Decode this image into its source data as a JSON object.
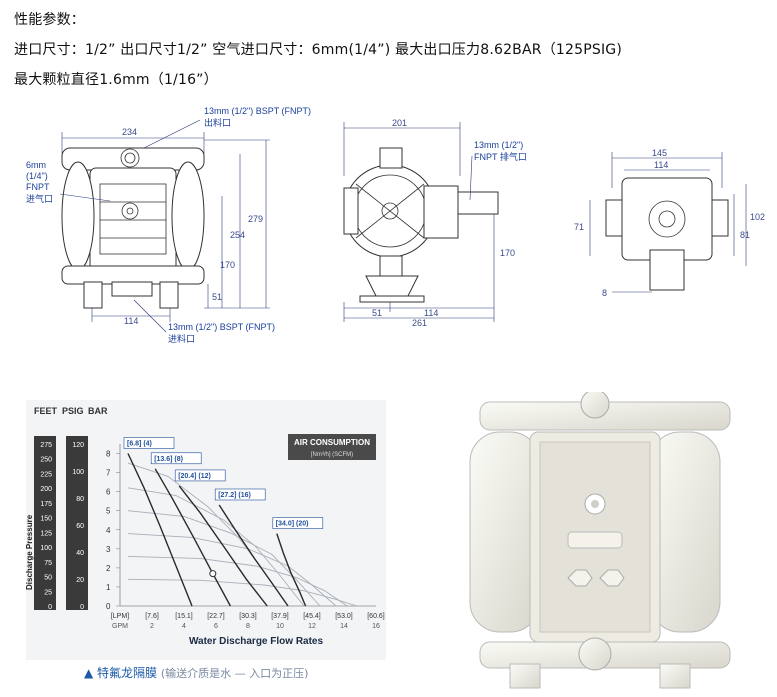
{
  "specs": {
    "heading": "性能参数：",
    "line2": "进口尺寸：1/2”   出口尺寸1/2”   空气进口尺寸：6mm(1/4”)   最大出口压力8.62BAR（125PSIG)",
    "line3": "最大颗粒直径1.6mm（1/16”）"
  },
  "drawing_front": {
    "width_label": "234",
    "outlet_label_1": "13mm (1/2\") BSPT (FNPT)",
    "outlet_label_2": "出料口",
    "air_label_1": "6mm",
    "air_label_2": "(1/4\")",
    "air_label_3": "FNPT",
    "air_label_4": "进气口",
    "h1": "279",
    "h2": "254",
    "h3": "170",
    "h4": "51",
    "base_width": "114",
    "inlet_label_1": "13mm (1/2\") BSPT (FNPT)",
    "inlet_label_2": "进料口"
  },
  "drawing_side": {
    "width_label": "201",
    "exhaust_label_1": "13mm (1/2\")",
    "exhaust_label_2": "FNPT 排气口",
    "height_label": "170",
    "b1": "51",
    "b2": "114",
    "b3": "261"
  },
  "drawing_top": {
    "w1": "145",
    "w2": "114",
    "h_left": "71",
    "h_right1": "102",
    "h_right2": "81",
    "bottom": "8"
  },
  "chart_data": {
    "type": "line",
    "title": "",
    "left_axes": {
      "feet_label": "FEET",
      "psig_label": "PSIG",
      "bar_label": "BAR",
      "feet_ticks": [
        "275",
        "250",
        "225",
        "200",
        "175",
        "150",
        "125",
        "100",
        "75",
        "50",
        "25",
        "0"
      ],
      "psig_ticks": [
        "120",
        "100",
        "80",
        "60",
        "40",
        "20",
        "0"
      ],
      "ylabel": "Discharge Pressure"
    },
    "ylim": [
      0,
      8.5
    ],
    "y_ticks": [
      0,
      1,
      2,
      3,
      4,
      5,
      6,
      7,
      8
    ],
    "xlim": [
      0,
      16
    ],
    "x_ticks_gpm": [
      0,
      2,
      4,
      6,
      8,
      10,
      12,
      14,
      16
    ],
    "x_tick_labels_gpm": [
      "GPM",
      "2",
      "4",
      "6",
      "8",
      "10",
      "12",
      "14",
      "16"
    ],
    "x_tick_labels_lpm": [
      "[LPM]",
      "[7.6]",
      "[15.1]",
      "[22.7]",
      "[30.3]",
      "[37.9]",
      "[45.4]",
      "[53.0]",
      "[60.6]"
    ],
    "xlabel": "Water Discharge Flow Rates",
    "legend": {
      "title": "AIR CONSUMPTION",
      "units": "[Nm³/h] (SCFM)"
    },
    "air_curves": [
      {
        "label": "[6.8] (4)",
        "x": [
          0.5,
          1.5,
          2.5,
          3.5,
          4.5
        ],
        "y": [
          8,
          6.2,
          4.2,
          2.1,
          0
        ]
      },
      {
        "label": "[13.6] (8)",
        "x": [
          2.2,
          3.3,
          4.6,
          5.8,
          6.9
        ],
        "y": [
          7.2,
          5.6,
          3.6,
          1.7,
          0
        ]
      },
      {
        "label": "[20.4] (12)",
        "x": [
          3.7,
          5,
          6.5,
          7.9,
          9.2
        ],
        "y": [
          6.3,
          4.9,
          3.1,
          1.4,
          0
        ]
      },
      {
        "label": "[27.2] (16)",
        "x": [
          6.2,
          7.2,
          8.4,
          9.5,
          10.5
        ],
        "y": [
          5.3,
          4,
          2.5,
          1.2,
          0
        ]
      },
      {
        "label": "[34.0] (20)",
        "x": [
          9.8,
          10.2,
          10.7,
          11.2,
          11.6
        ],
        "y": [
          3.8,
          2.8,
          1.7,
          0.8,
          0
        ]
      }
    ],
    "pressure_curves": [
      {
        "x": [
          0.5,
          3,
          5.5,
          7.5,
          9,
          10.5
        ],
        "y": [
          7.5,
          6.8,
          5.2,
          3.5,
          1.8,
          0
        ]
      },
      {
        "x": [
          0.5,
          3.5,
          6.5,
          8.5,
          10,
          11.5
        ],
        "y": [
          6.2,
          5.8,
          4.5,
          3.1,
          1.6,
          0
        ]
      },
      {
        "x": [
          0.5,
          4,
          7,
          9.5,
          11,
          12.5
        ],
        "y": [
          5,
          4.7,
          3.8,
          2.7,
          1.4,
          0
        ]
      },
      {
        "x": [
          0.5,
          4.5,
          8,
          10.5,
          12,
          13.5
        ],
        "y": [
          3.8,
          3.6,
          3,
          2.1,
          1.1,
          0
        ]
      },
      {
        "x": [
          0.5,
          5,
          8.5,
          11,
          12.8,
          14.2
        ],
        "y": [
          2.6,
          2.5,
          2.1,
          1.5,
          0.8,
          0
        ]
      },
      {
        "x": [
          0.5,
          5,
          9,
          11.5,
          13.3,
          14.8
        ],
        "y": [
          1.4,
          1.35,
          1.1,
          0.8,
          0.4,
          0
        ]
      }
    ],
    "marker_point": {
      "x": 5.8,
      "y": 1.7
    }
  },
  "caption": {
    "main": "▲ 特氟龙隔膜",
    "sub": "(输送介质是水 — 入口为正压)"
  }
}
